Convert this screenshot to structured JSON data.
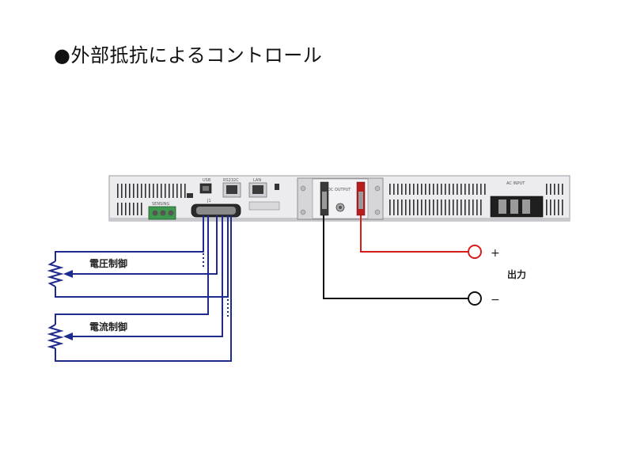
{
  "title": "●外部抵抗によるコントロール",
  "labels": {
    "voltage_control": "電圧制御",
    "current_control": "電流制御",
    "output": "出力",
    "plus": "+",
    "minus": "−"
  },
  "panel": {
    "usb": "USB",
    "rs232c": "RS232C",
    "lan": "LAN",
    "sensing": "SENSING",
    "dc_output": "DC OUTPUT",
    "ac_input": "AC INPUT",
    "j1": "J1"
  },
  "colors": {
    "control_wire": "#1e2a8c",
    "positive_wire": "#d41c1c",
    "negative_wire": "#111111",
    "panel_body": "#e9e9ec",
    "panel_dark": "#2b2b2b"
  }
}
